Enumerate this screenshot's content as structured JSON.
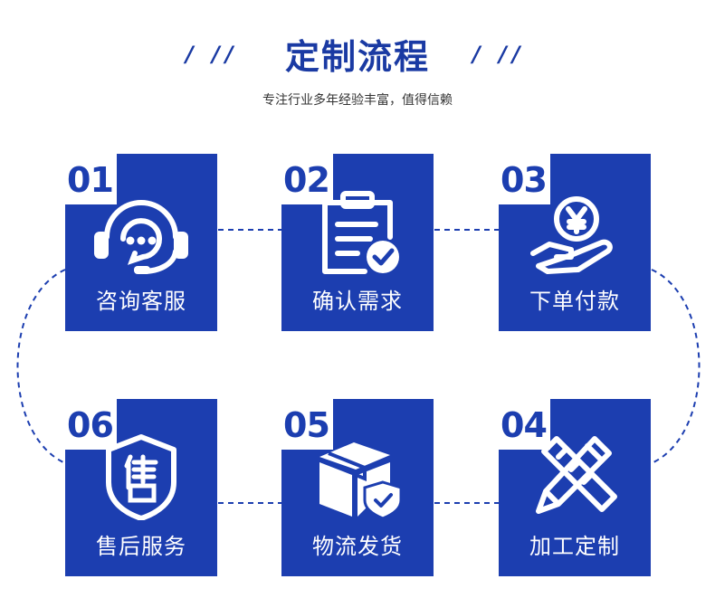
{
  "header": {
    "title": "定制流程",
    "deco_left": "/ //",
    "deco_right": "/ //",
    "subtitle": "专注行业多年经验丰富，值得信赖"
  },
  "colors": {
    "primary": "#1c3eb0",
    "background": "#ffffff"
  },
  "steps": [
    {
      "number": "01",
      "label": "咨询客服",
      "icon": "headset-chat-icon"
    },
    {
      "number": "02",
      "label": "确认需求",
      "icon": "clipboard-check-icon"
    },
    {
      "number": "03",
      "label": "下单付款",
      "icon": "yen-coin-hand-icon"
    },
    {
      "number": "04",
      "label": "加工定制",
      "icon": "pencil-ruler-icon"
    },
    {
      "number": "05",
      "label": "物流发货",
      "icon": "package-shield-icon"
    },
    {
      "number": "06",
      "label": "售后服务",
      "icon": "after-sales-shield-icon"
    }
  ]
}
